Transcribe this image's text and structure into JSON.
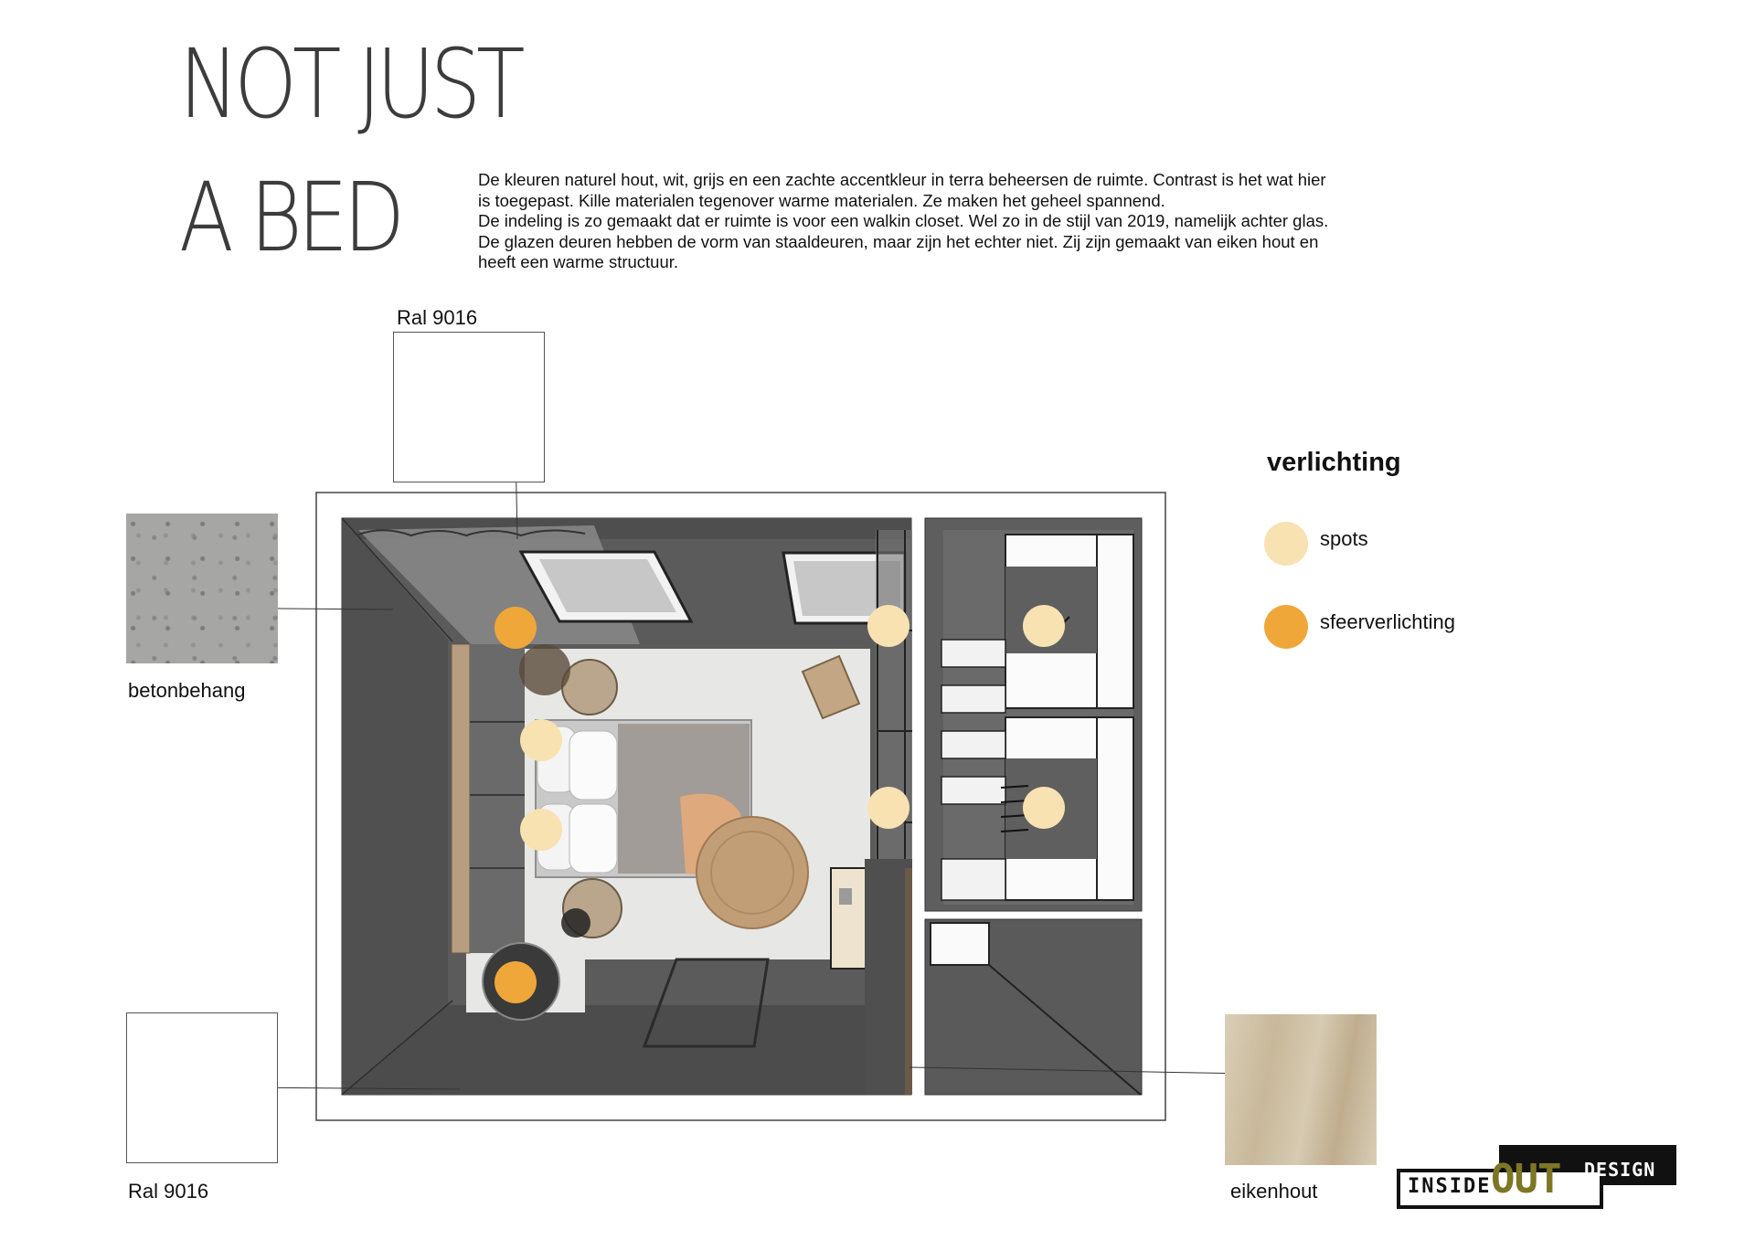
{
  "title": {
    "line1": "NOT JUST",
    "line2": "A BED"
  },
  "description": {
    "paragraph1": "De kleuren naturel hout, wit, grijs en een zachte accentkleur in terra beheersen de ruimte. Contrast is het wat hier is toegepast. Kille materialen tegenover warme materialen. Ze maken het geheel spannend.",
    "paragraph2": "De indeling is zo gemaakt dat er ruimte is voor een walkin closet. Wel zo in de stijl van 2019, namelijk achter glas. De glazen deuren hebben de vorm van staaldeuren, maar zijn het echter niet. Zij zijn gemaakt van eiken hout en heeft een warme structuur."
  },
  "materials": {
    "top_swatch_label": "Ral 9016",
    "left_swatch_label": "betonbehang",
    "bottom_swatch_label": "Ral 9016",
    "right_swatch_label": "eikenhout"
  },
  "legend": {
    "title": "verlichting",
    "items": [
      {
        "label": "spots",
        "color": "#f8e2b2"
      },
      {
        "label": "sfeerverlichting",
        "color": "#f0a73a"
      }
    ]
  },
  "logo": {
    "inside": "INSIDE",
    "out": "OUT",
    "design": "DESIGN"
  },
  "colors": {
    "wall": "#5c5c5c",
    "floor": "#e6e7e5",
    "spot": "#f8e2b2",
    "mood": "#f0a73a",
    "oak": "#cdbfa3",
    "logo_accent": "#7d7625"
  }
}
